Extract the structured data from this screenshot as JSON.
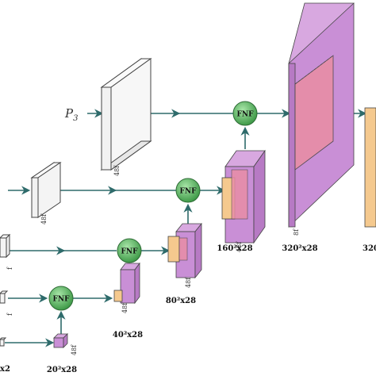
{
  "input_label": "P",
  "input_subscript": "3",
  "fusion_labels": [
    "FNF",
    "FNF",
    "FNF",
    "FNF"
  ],
  "channel_labels": [
    "48f",
    "48f",
    "48f",
    "48f",
    "48f",
    "8f",
    "f",
    "f"
  ],
  "size_labels": [
    "20²x28",
    "40²x28",
    "80²x28",
    "160²x28",
    "320²x28",
    "320",
    "x2"
  ],
  "colors": {
    "arrow": "#2e6b6b",
    "fnf_fill": "#5cb85c",
    "purple": "#c98fd6",
    "pink": "#e88da6",
    "orange": "#f5c98e",
    "white_block": "#f4f4f4"
  }
}
